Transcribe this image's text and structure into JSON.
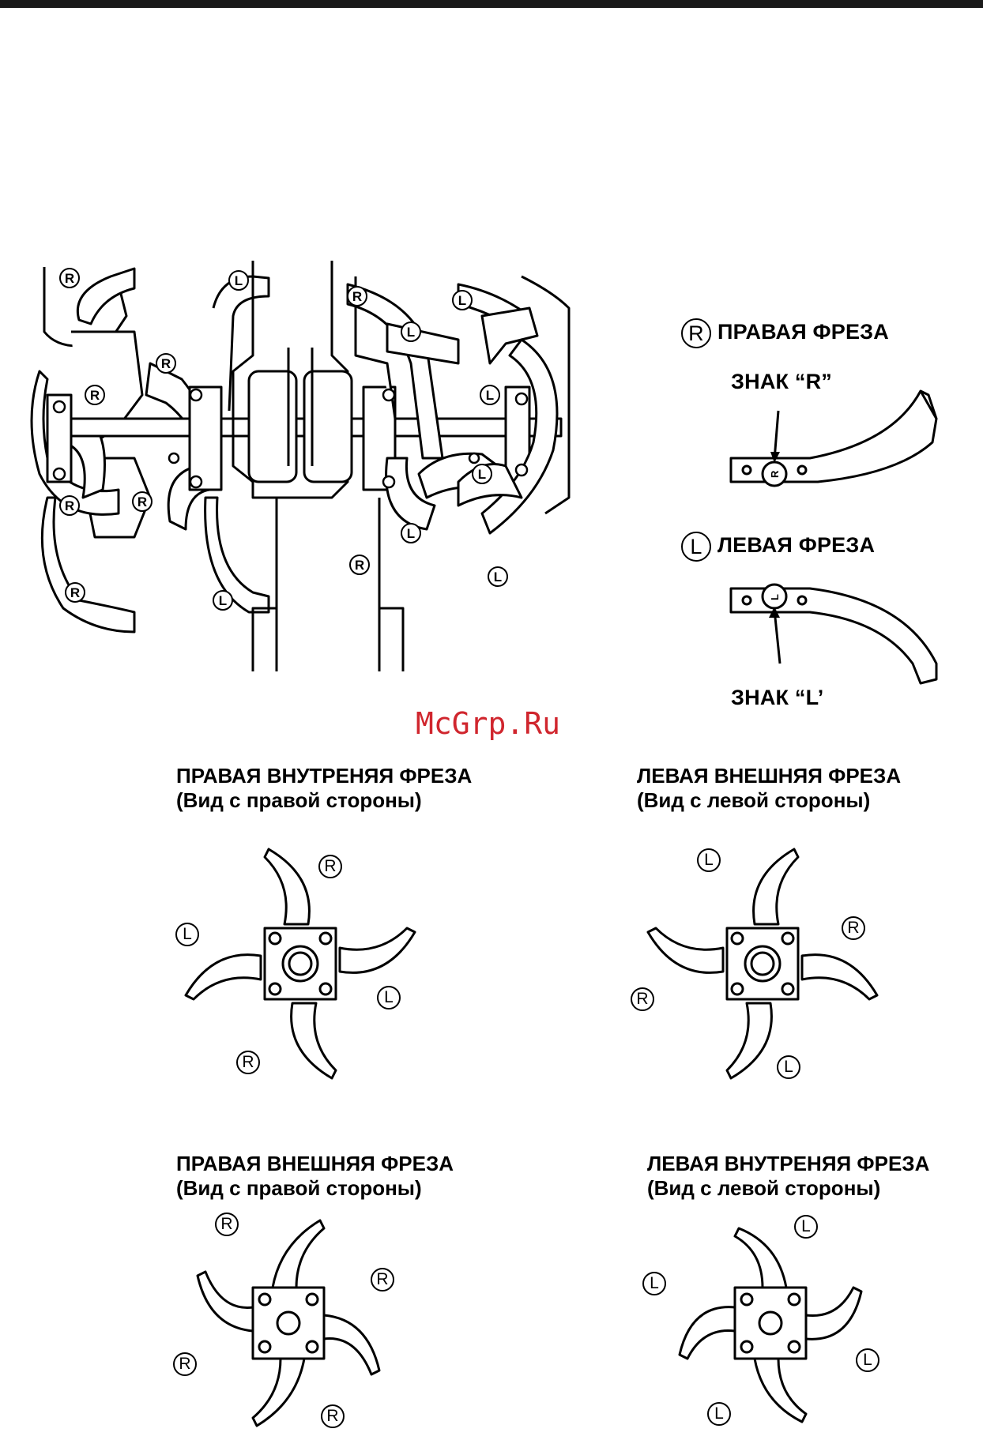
{
  "legend": {
    "right": {
      "mark": "R",
      "label": "ПРАВАЯ ФРЕЗА",
      "sign": "ЗНАК “R”"
    },
    "left": {
      "mark": "L",
      "label": "ЛЕВАЯ ФРЕЗА",
      "sign": "ЗНАК “L’"
    }
  },
  "watermark": "McGrp.Ru",
  "panels": [
    {
      "title": "ПРАВАЯ ВНУТРЕНЯЯ ФРЕЗА",
      "subtitle": "(Вид с правой стороны)"
    },
    {
      "title": "ЛЕВАЯ ВНЕШНЯЯ ФРЕЗА",
      "subtitle": "(Вид с левой стороны)"
    },
    {
      "title": "ПРАВАЯ ВНЕШНЯЯ ФРЕЗА",
      "subtitle": "(Вид с правой стороны)"
    },
    {
      "title": "ЛЕВАЯ ВНУТРЕНЯЯ ФРЕЗА",
      "subtitle": "(Вид с левой стороны)"
    }
  ],
  "marks": {
    "r": "R",
    "l": "L"
  }
}
